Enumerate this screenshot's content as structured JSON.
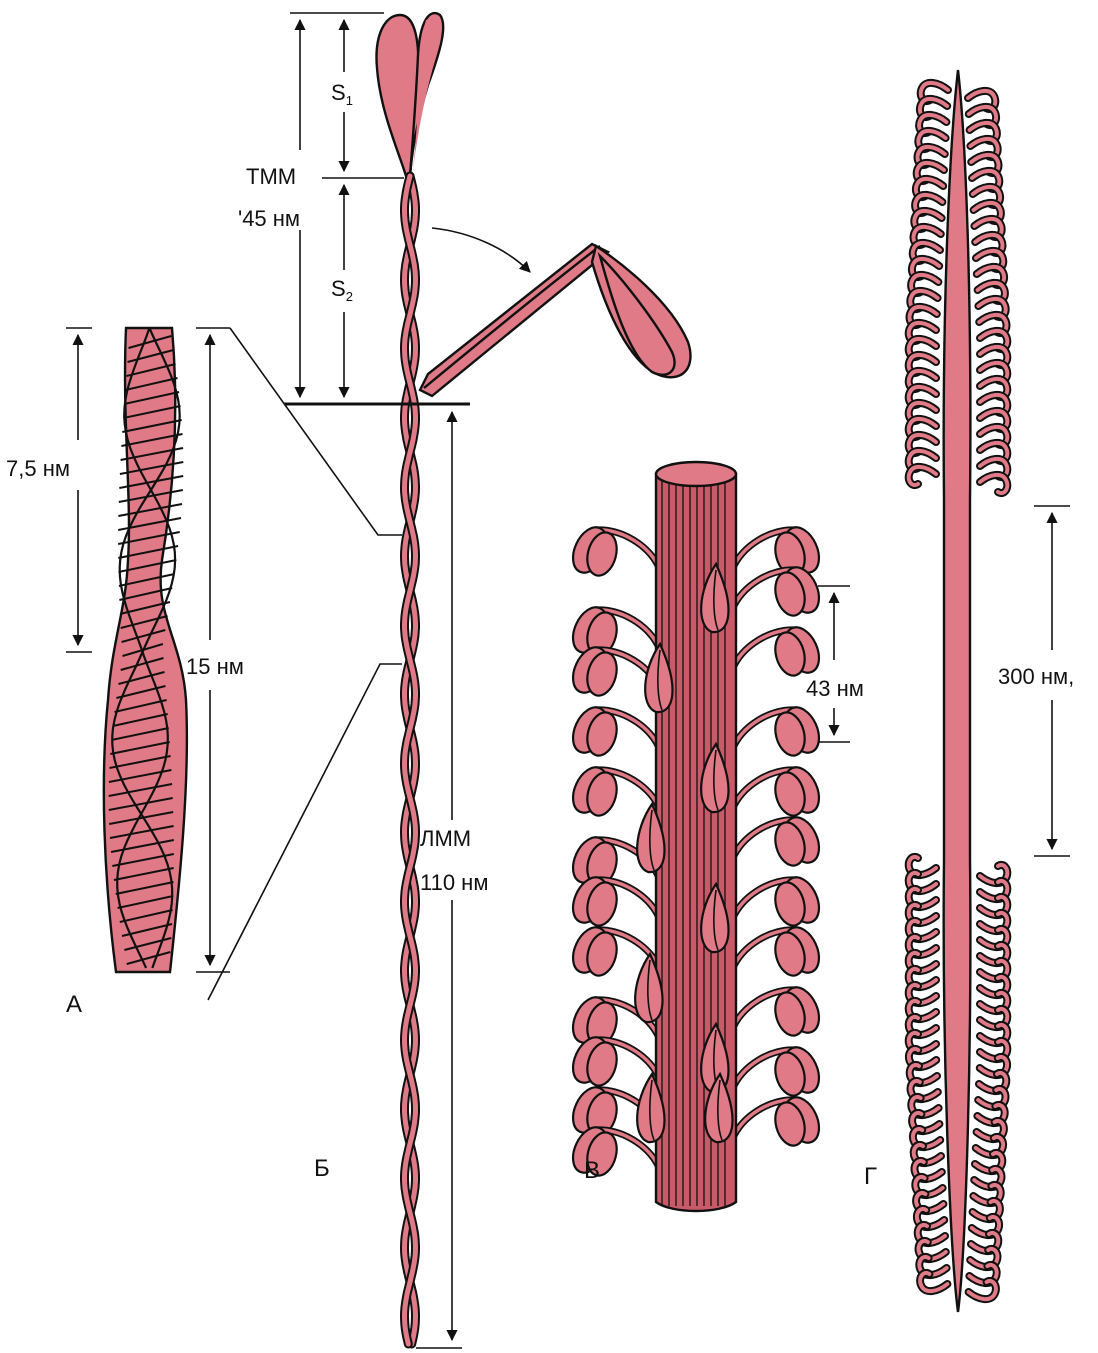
{
  "colors": {
    "filament": "#e07a86",
    "filament_dark": "#c95a68",
    "outline": "#111111",
    "background": "#ffffff"
  },
  "panels": {
    "a": {
      "label": "А",
      "pitch_label": "7,5 нм",
      "period_label": "15 нм"
    },
    "b": {
      "label": "Б",
      "s1_label": "S",
      "s1_sub": "1",
      "s2_label": "S",
      "s2_sub": "2",
      "tmm_label": "ТММ",
      "tmm_length": "'45 нм",
      "lmm_label": "ЛММ",
      "lmm_length": "110 нм"
    },
    "c": {
      "label": "В",
      "spacing_label": "43 нм"
    },
    "d": {
      "label": "Г",
      "bare_zone_label": "300 нм,"
    }
  }
}
